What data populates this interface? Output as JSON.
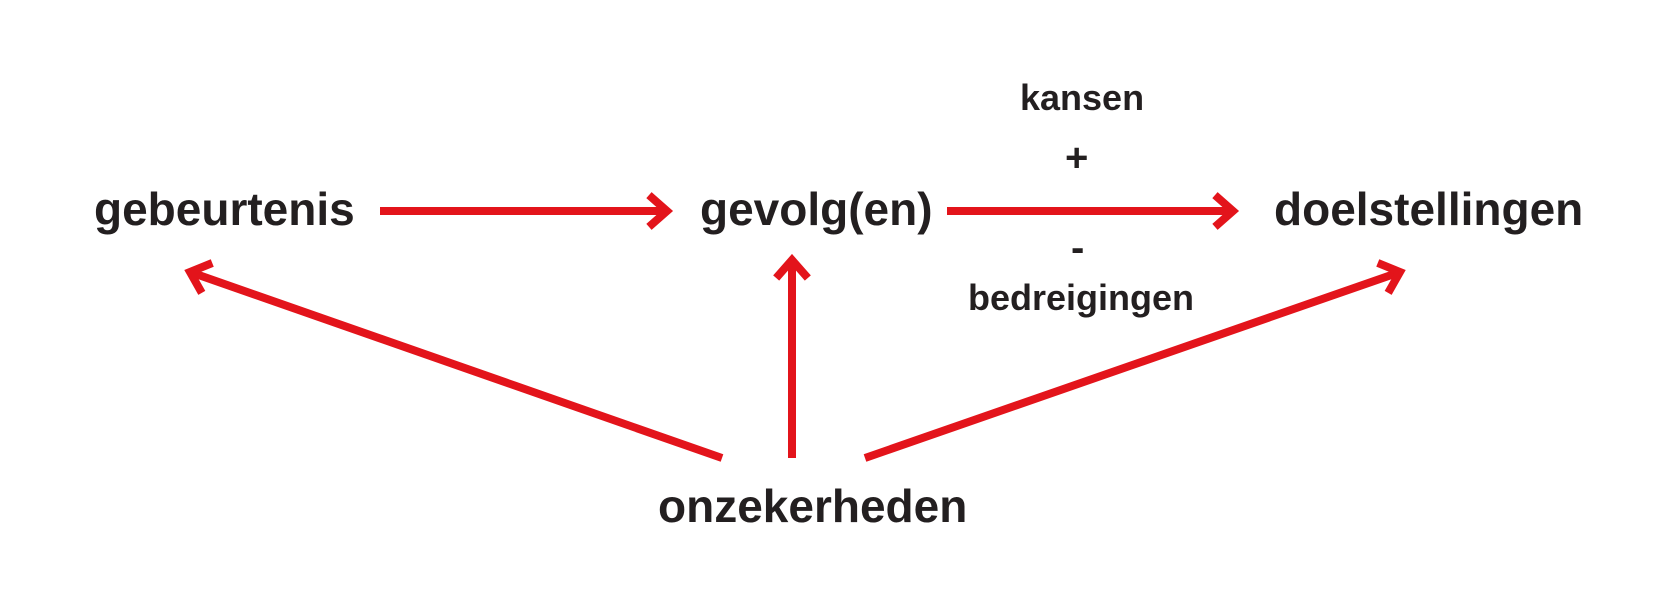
{
  "colors": {
    "arrow": "#e3141b",
    "text": "#231f20",
    "background": "#ffffff"
  },
  "nodes": {
    "event": "gebeurtenis",
    "consequence": "gevolg(en)",
    "objectives": "doelstellingen",
    "uncertainties": "onzekerheden"
  },
  "labels": {
    "opportunities": "kansen",
    "plus": "+",
    "minus": "-",
    "threats": "bedreigingen"
  },
  "edges": [
    {
      "from": "event",
      "to": "consequence"
    },
    {
      "from": "consequence",
      "to": "objectives"
    },
    {
      "from": "uncertainties",
      "to": "event"
    },
    {
      "from": "uncertainties",
      "to": "consequence"
    },
    {
      "from": "uncertainties",
      "to": "objectives"
    }
  ]
}
